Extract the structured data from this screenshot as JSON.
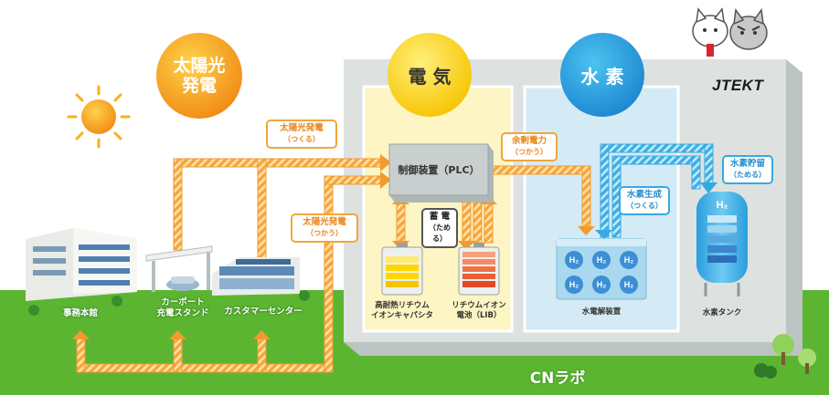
{
  "circles": {
    "solar": "太陽光\n発電",
    "electricity": "電 気",
    "hydrogen": "水 素"
  },
  "brand": "JTEKT",
  "lab_label": "CNラボ",
  "tags": {
    "solar_make": {
      "main": "太陽光発電",
      "sub": "（つくる）"
    },
    "solar_use": {
      "main": "太陽光発電",
      "sub": "（つかう）"
    },
    "surplus": {
      "main": "余剰電力",
      "sub": "（つかう）"
    },
    "h2_make": {
      "main": "水素生成",
      "sub": "（つくる）"
    },
    "h2_store": {
      "main": "水素貯留",
      "sub": "（ためる）"
    },
    "storage": {
      "main": "蓄 電",
      "sub": "（ためる）"
    }
  },
  "controller": "制御装置（PLC）",
  "devices": {
    "capacitor": "高耐熱リチウム\nイオンキャパシタ",
    "lib": "リチウムイオン\n電池（LIB）",
    "electrolyzer": "水電解装置",
    "tank": "水素タンク"
  },
  "h2_symbol": "H₂",
  "buildings": {
    "office": "事務本館",
    "carport": "カーポート\n充電スタンド",
    "customer": "カスタマーセンター"
  },
  "colors": {
    "orange": "#f29a2e",
    "blue": "#37a9e0",
    "green": "#5cb531",
    "gray": "#cdd3d2",
    "yellow_bg": "#fdf6c6",
    "blue_bg": "#d4ecf7"
  }
}
